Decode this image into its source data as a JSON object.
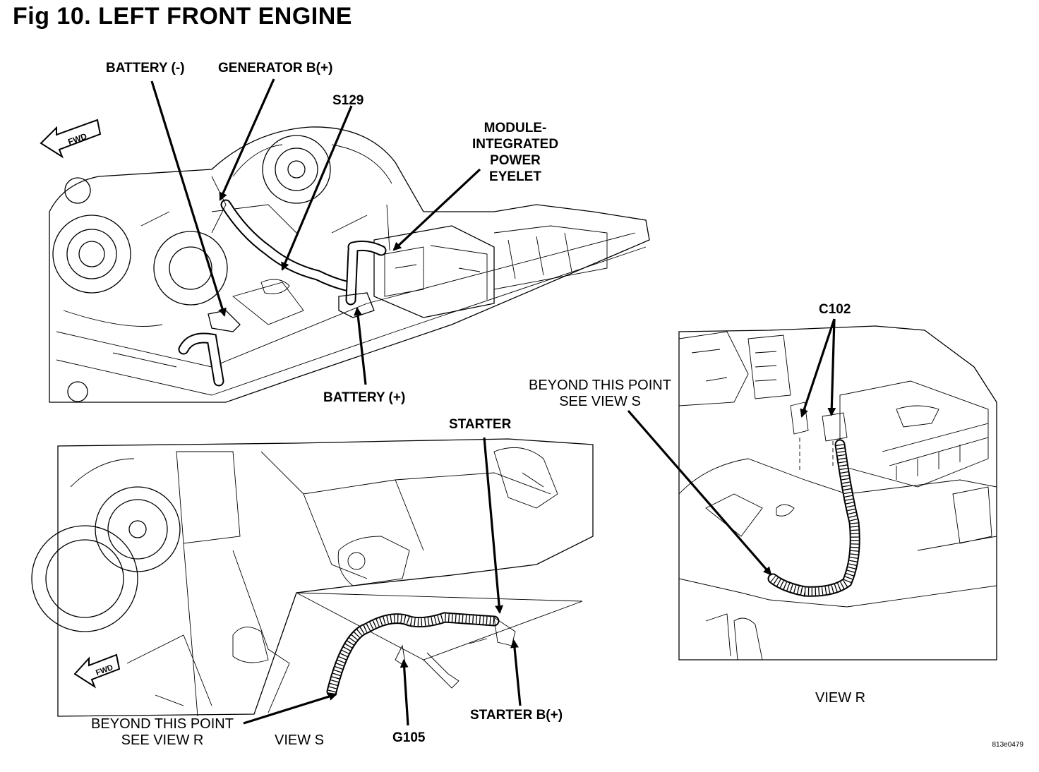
{
  "title": "Fig 10. LEFT FRONT ENGINE",
  "arrows": {
    "fwd": "FWD"
  },
  "labels": {
    "battery_neg": "BATTERY (-)",
    "generator_b": "GENERATOR B(+)",
    "s129": "S129",
    "module_eyelet": [
      "MODULE-",
      "INTEGRATED",
      "POWER",
      "EYELET"
    ],
    "battery_pos": "BATTERY (+)",
    "c102": "C102",
    "beyond_see_s": [
      "BEYOND THIS POINT",
      "SEE VIEW S"
    ],
    "starter": "STARTER",
    "starter_b": "STARTER B(+)",
    "beyond_see_r": [
      "BEYOND THIS POINT",
      "SEE VIEW R"
    ],
    "g105": "G105",
    "view_s": "VIEW S",
    "view_r": "VIEW R"
  },
  "reference_code": "813e0479"
}
